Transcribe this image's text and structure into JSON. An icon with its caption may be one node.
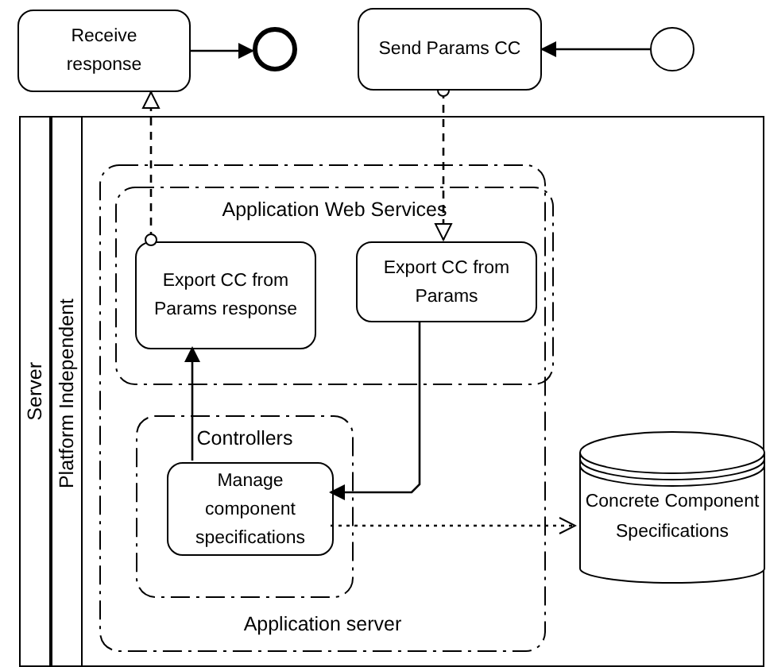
{
  "diagram": {
    "nodes": [
      {
        "text": [
          "Receive response"
        ]
      },
      {
        "text": [],
        "shape": "circle"
      },
      {
        "text": [
          "Send Params CC"
        ]
      },
      {
        "text": [],
        "shape": "circle"
      },
      {
        "text": [
          "Server"
        ]
      },
      {
        "text": [
          "Platform Independent"
        ],
        "in": 4
      },
      {
        "text": [
          "Application server"
        ],
        "in": 5
      },
      {
        "text": [
          "Application Web Services"
        ],
        "in": 6
      },
      {
        "text": [
          "Export CC from Params response"
        ],
        "in": 7
      },
      {
        "text": [
          "Export CC from Params"
        ],
        "in": 7
      },
      {
        "text": [
          "Controllers"
        ],
        "in": 6
      },
      {
        "text": [
          "Manage component specifications"
        ],
        "in": 10
      },
      {
        "text": [
          "Concrete Component Specifications"
        ],
        "in": 5
      }
    ],
    "edges": [
      {
        "from": 0,
        "to": 1,
        "arrow": "to"
      },
      {
        "from": 3,
        "to": 2,
        "arrow": "to"
      },
      {
        "from": 8,
        "to": 0,
        "arrow": "to",
        "style": "dashed"
      },
      {
        "from": 2,
        "to": 9,
        "arrow": "to",
        "style": "dashed"
      },
      {
        "from": 11,
        "to": 8,
        "arrow": "to"
      },
      {
        "from": 9,
        "to": 11,
        "arrow": "to"
      },
      {
        "from": 11,
        "to": 12,
        "arrow": "to",
        "style": "dashed"
      }
    ]
  }
}
